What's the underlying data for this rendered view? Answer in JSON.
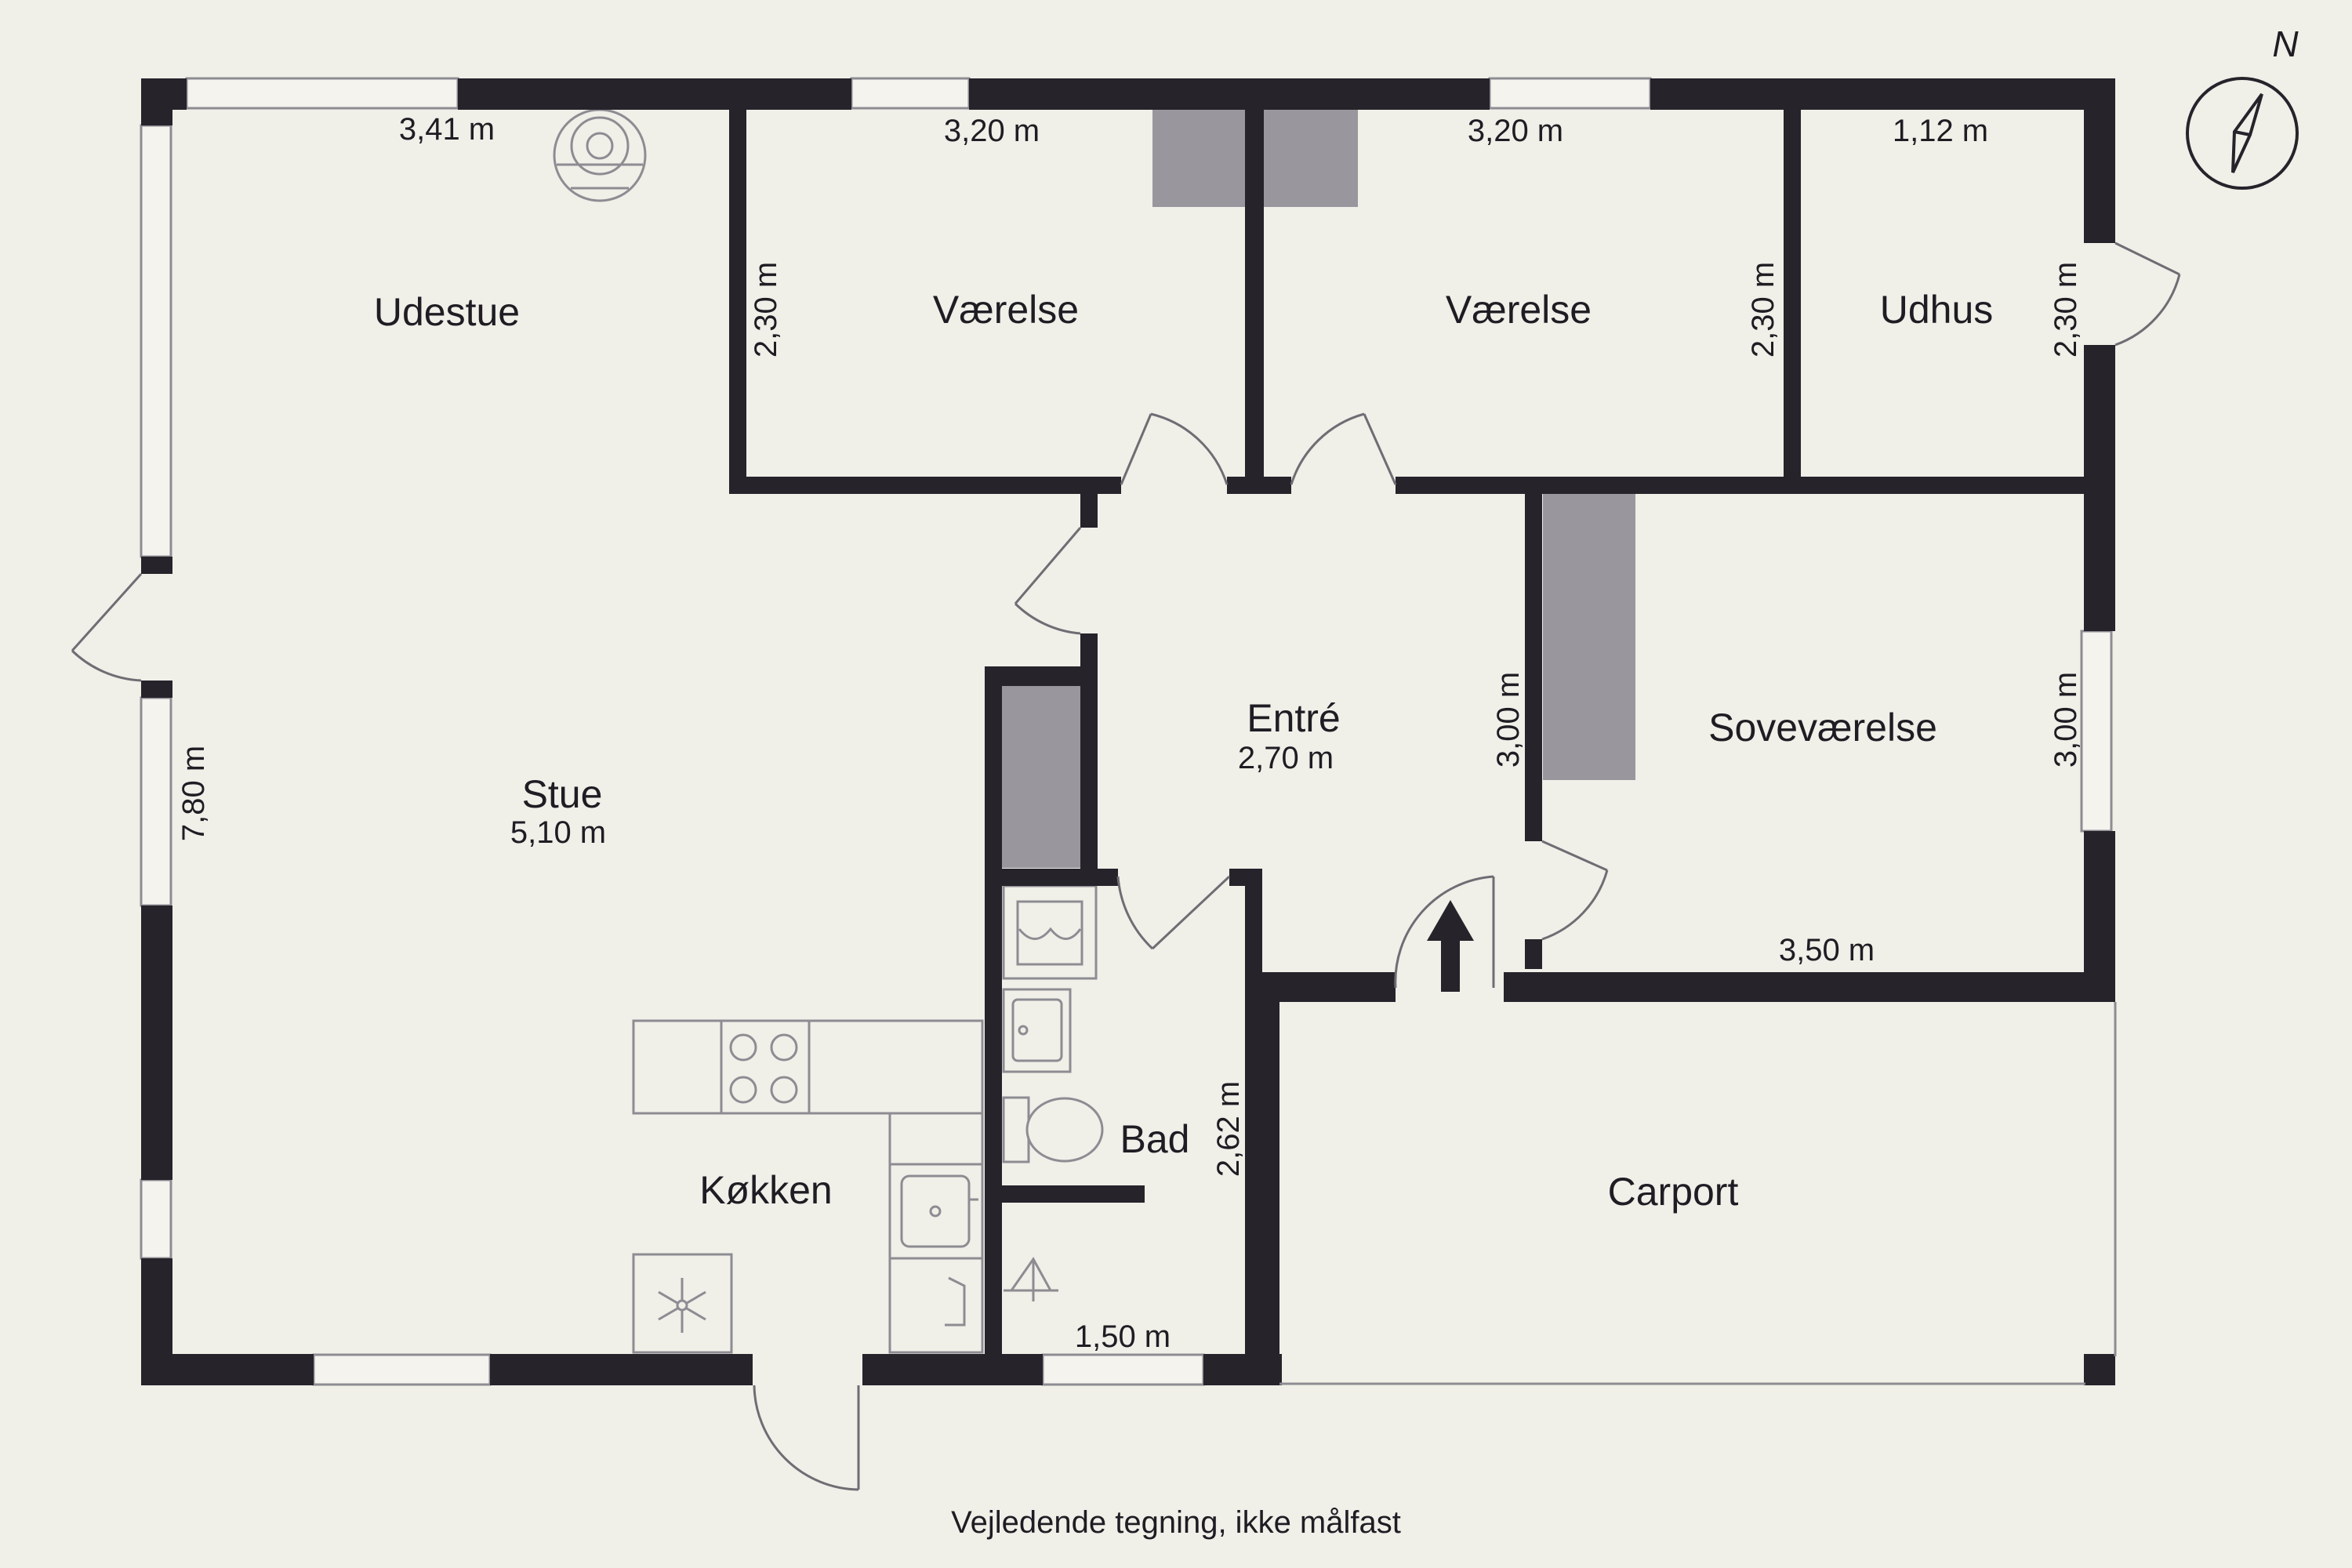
{
  "plan": {
    "rooms": {
      "udestue": {
        "name": "Udestue"
      },
      "vaerelse1": {
        "name": "Værelse"
      },
      "vaerelse2": {
        "name": "Værelse"
      },
      "udhus": {
        "name": "Udhus"
      },
      "entre": {
        "name": "Entré",
        "dim": "2,70 m"
      },
      "sovevaerelse": {
        "name": "Soveværelse"
      },
      "stue": {
        "name": "Stue",
        "dim": "5,10 m"
      },
      "bad": {
        "name": "Bad"
      },
      "kokken": {
        "name": "Køkken"
      },
      "carport": {
        "name": "Carport"
      }
    },
    "dimensions": {
      "udestue_width": "3,41 m",
      "vaerelse1_width": "3,20 m",
      "vaerelse1_height": "2,30 m",
      "vaerelse2_width": "3,20 m",
      "vaerelse2_height": "2,30 m",
      "udhus_width": "1,12 m",
      "udhus_height": "2,30 m",
      "stue_height": "7,80 m",
      "entre_height": "3,00 m",
      "sovevaerelse_height": "3,00 m",
      "sovevaerelse_width": "3,50 m",
      "bad_height": "2,62 m",
      "bad_width": "1,50 m"
    },
    "compass": {
      "label": "N"
    },
    "footnote": "Vejledende tegning, ikke målfast"
  },
  "colors": {
    "background": "#f0efe8",
    "wall": "#26232b",
    "closet": "#99979d",
    "text": "#1f1d23"
  }
}
